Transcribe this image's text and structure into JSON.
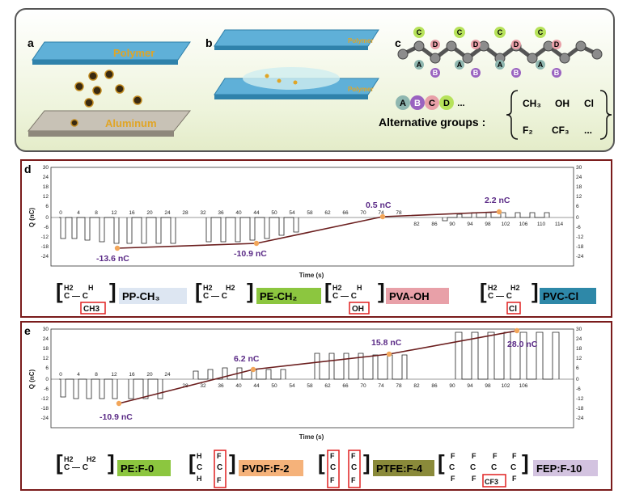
{
  "top": {
    "a": {
      "letter": "a",
      "polymer": "Polymer",
      "aluminum": "Aluminum"
    },
    "b": {
      "letter": "b",
      "polymer1": "Polymer",
      "polymer2": "Polymer"
    },
    "c": {
      "letter": "c",
      "side_top": [
        "C",
        "C",
        "C",
        "C"
      ],
      "side_mid": [
        "D",
        "D",
        "D",
        "D"
      ],
      "side_bottom": [
        "A",
        "A",
        "A",
        "A"
      ],
      "side_bottom2": [
        "B",
        "B",
        "B",
        "B"
      ],
      "legend": [
        "A",
        "B",
        "C",
        "D"
      ],
      "legend_suffix": "...",
      "alt_label": "Alternative groups :",
      "groups_row1": [
        "CH₃",
        "OH",
        "Cl"
      ],
      "groups_row2": [
        "F₂",
        "CF₃",
        "..."
      ]
    }
  },
  "panel_d": {
    "letter": "d",
    "ylabel": "Q (nC)",
    "xlabel": "Time (s)",
    "yticks": [
      "30",
      "24",
      "18",
      "12",
      "6",
      "0",
      "-6",
      "-12",
      "-18",
      "-24"
    ],
    "xticks_top": [
      "0",
      "4",
      "8",
      "12",
      "16",
      "20",
      "24",
      "28",
      "32",
      "36",
      "40",
      "44",
      "50",
      "54",
      "58",
      "62",
      "66",
      "70",
      "74",
      "78"
    ],
    "xticks_bottom": [
      "82",
      "86",
      "90",
      "94",
      "98",
      "102",
      "106",
      "110",
      "114"
    ],
    "annotations": [
      "-13.6 nC",
      "-10.9 nC",
      "0.5 nC",
      "2.2 nC"
    ],
    "polymers": [
      {
        "name": "PP-CH₃",
        "sub_top": "H2",
        "sub_top2": "H",
        "group": "CH3",
        "color": "#dde6f2"
      },
      {
        "name": "PE-CH₂",
        "sub_top": "H2",
        "sub_top2": "H2",
        "group": "",
        "color": "#8cc63f"
      },
      {
        "name": "PVA-OH",
        "sub_top": "H2",
        "sub_top2": "H",
        "group": "OH",
        "color": "#e8a0a8"
      },
      {
        "name": "PVC-Cl",
        "sub_top": "H2",
        "sub_top2": "H2",
        "group": "Cl",
        "color": "#2e88a8"
      }
    ]
  },
  "panel_e": {
    "letter": "e",
    "ylabel": "Q (nC)",
    "xlabel": "Time (s)",
    "yticks": [
      "30",
      "24",
      "18",
      "12",
      "6",
      "0",
      "-6",
      "-12",
      "-18",
      "-24"
    ],
    "xticks_top": [
      "0",
      "4",
      "8",
      "12",
      "16",
      "20",
      "24"
    ],
    "xticks_bottom": [
      "28",
      "32",
      "36",
      "40",
      "44",
      "50",
      "54",
      "58",
      "62",
      "66",
      "70",
      "74",
      "78",
      "82",
      "86",
      "90",
      "94",
      "98",
      "102",
      "106"
    ],
    "annotations": [
      "-10.9 nC",
      "6.2 nC",
      "15.8 nC",
      "28.0 nC"
    ],
    "polymers": [
      {
        "name": "PE:F-0",
        "color": "#8cc63f"
      },
      {
        "name": "PVDF:F-2",
        "color": "#f5b27a"
      },
      {
        "name": "PTFE:F-4",
        "color": "#8a8a3a"
      },
      {
        "name": "FEP:F-10",
        "color": "#d3c3e0"
      }
    ],
    "struct_text": {
      "h2": "H2",
      "h": "H",
      "c": "C",
      "f": "F",
      "cf3": "CF3"
    }
  }
}
